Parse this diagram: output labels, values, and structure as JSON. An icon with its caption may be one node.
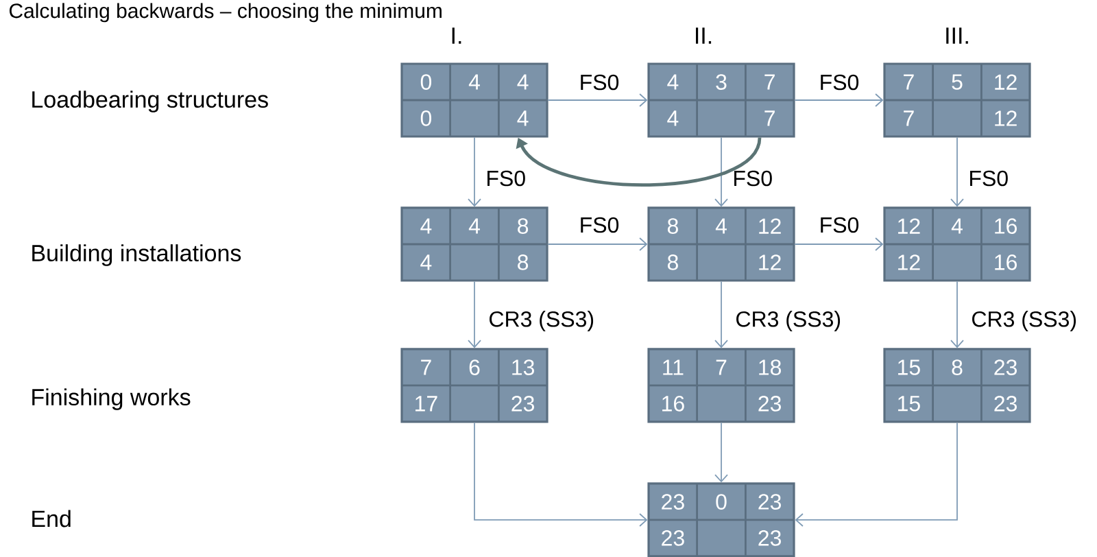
{
  "diagram": {
    "title": "Calculating backwards – choosing the minimum",
    "nodes": [
      {
        "text": [
          "0",
          "4",
          "4",
          "0",
          "4"
        ]
      },
      {
        "text": [
          "4",
          "3",
          "7",
          "4",
          "7"
        ]
      },
      {
        "text": [
          "7",
          "5",
          "12",
          "7",
          "12"
        ]
      },
      {
        "text": [
          "4",
          "4",
          "8",
          "4",
          "8"
        ]
      },
      {
        "text": [
          "8",
          "4",
          "12",
          "8",
          "12"
        ]
      },
      {
        "text": [
          "12",
          "4",
          "16",
          "12",
          "16"
        ]
      },
      {
        "text": [
          "7",
          "6",
          "13",
          "17",
          "23"
        ]
      },
      {
        "text": [
          "11",
          "7",
          "18",
          "16",
          "23"
        ]
      },
      {
        "text": [
          "15",
          "8",
          "23",
          "15",
          "23"
        ]
      },
      {
        "text": [
          "23",
          "0",
          "23",
          "23",
          "23"
        ]
      }
    ],
    "edges": [
      {
        "from": 0,
        "to": 1,
        "arrow": "to",
        "label": "FS0"
      },
      {
        "from": 1,
        "to": 2,
        "arrow": "to",
        "label": "FS0"
      },
      {
        "from": 0,
        "to": 3,
        "arrow": "to",
        "label": "FS0"
      },
      {
        "from": 1,
        "to": 4,
        "arrow": "to",
        "label": "FS0"
      },
      {
        "from": 2,
        "to": 5,
        "arrow": "to",
        "label": "FS0"
      },
      {
        "from": 3,
        "to": 4,
        "arrow": "to",
        "label": "FS0"
      },
      {
        "from": 4,
        "to": 5,
        "arrow": "to",
        "label": "FS0"
      },
      {
        "from": 3,
        "to": 6,
        "arrow": "to",
        "label": "CR3 (SS3)"
      },
      {
        "from": 4,
        "to": 7,
        "arrow": "to",
        "label": "CR3 (SS3)"
      },
      {
        "from": 5,
        "to": 8,
        "arrow": "to",
        "label": "CR3 (SS3)"
      },
      {
        "from": 6,
        "to": 9,
        "arrow": "to"
      },
      {
        "from": 7,
        "to": 9,
        "arrow": "to"
      },
      {
        "from": 8,
        "to": 9,
        "arrow": "to"
      },
      {
        "from": 1,
        "to": 0,
        "arrow": "to",
        "style": "thick",
        "color": "#5b7475"
      }
    ],
    "labels": [
      "I.",
      "II.",
      "III.",
      "Loadbearing structures",
      "Building installations",
      "Finishing works",
      "End"
    ]
  }
}
